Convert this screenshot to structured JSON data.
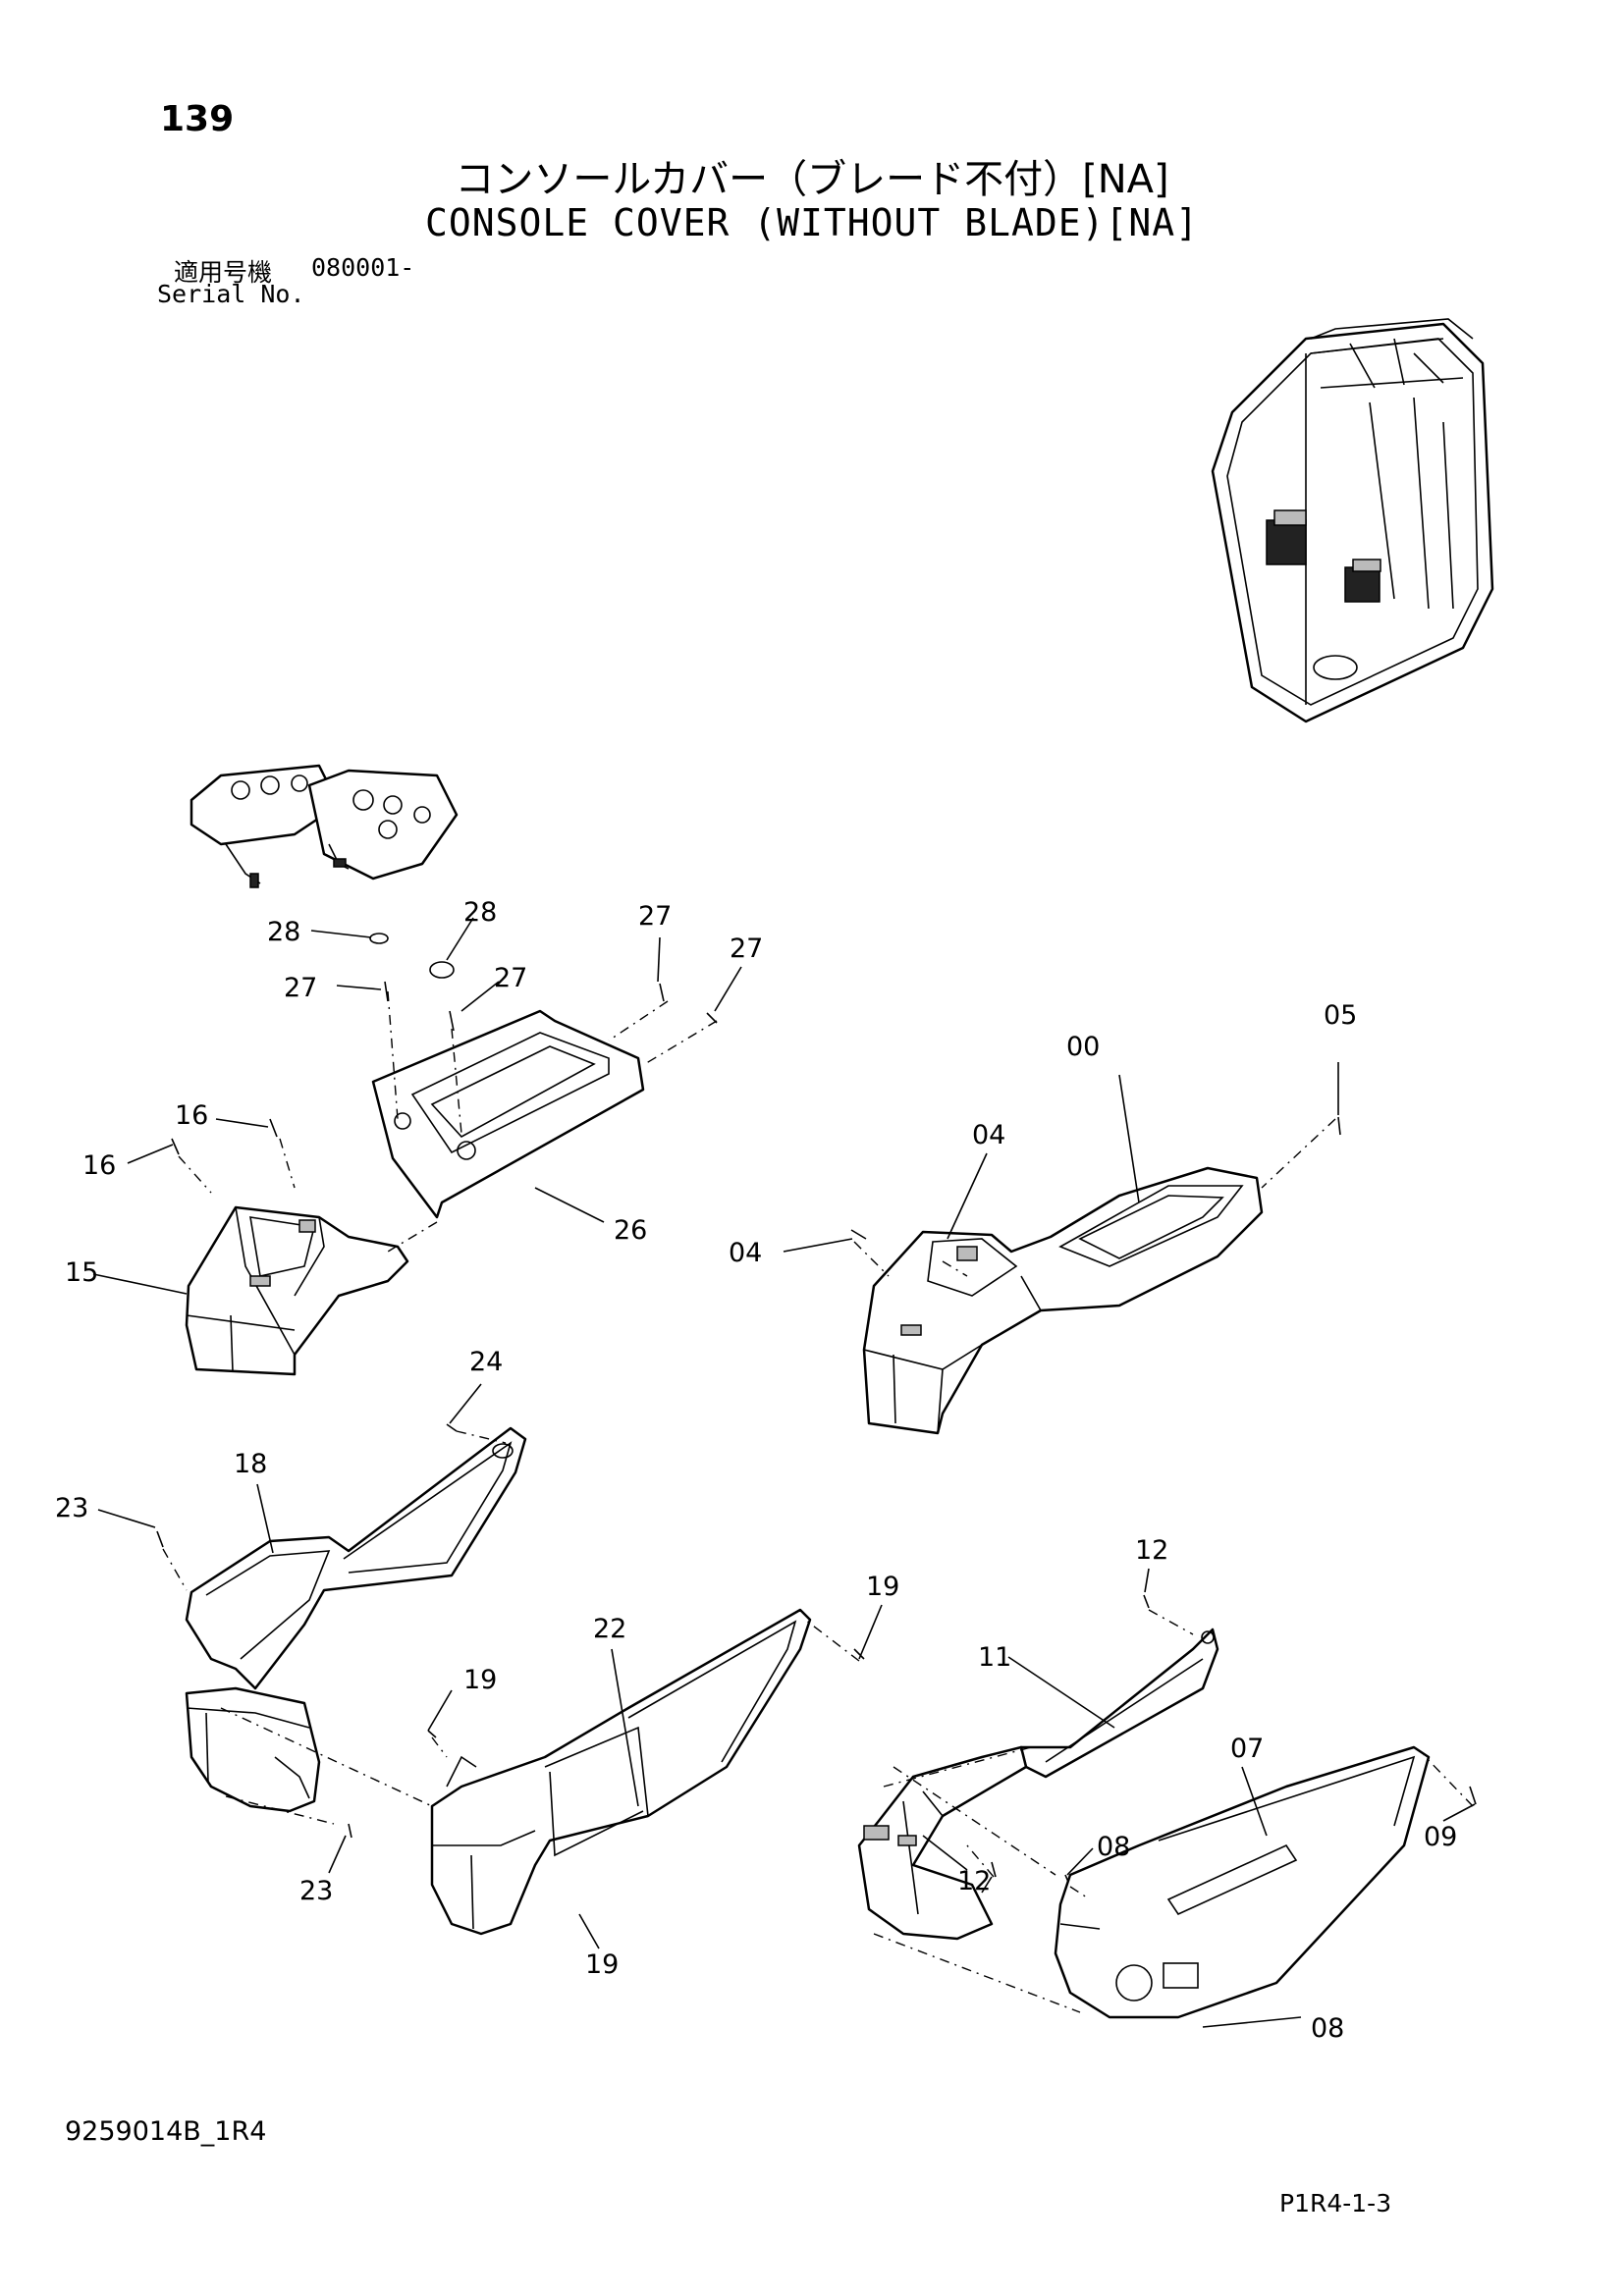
{
  "header": {
    "page_number": "139",
    "title_jp": "コンソールカバー（ブレード不付）[NA]",
    "title_en": "CONSOLE COVER (WITHOUT BLADE)[NA]",
    "serial_label_jp": "適用号機",
    "serial_value": "080001-",
    "serial_label_en": "Serial No."
  },
  "footer": {
    "drawing_code": "9259014B_1R4",
    "page_code": "P1R4-1-3"
  },
  "callouts": {
    "c28a": "28",
    "c28b": "28",
    "c27a": "27",
    "c27b": "27",
    "c27c": "27",
    "c27d": "27",
    "c16a": "16",
    "c16b": "16",
    "c15": "15",
    "c26": "26",
    "c00": "00",
    "c05": "05",
    "c04a": "04",
    "c04b": "04",
    "c24": "24",
    "c18": "18",
    "c23a": "23",
    "c23b": "23",
    "c19a": "19",
    "c19b": "19",
    "c19c": "19",
    "c22": "22",
    "c12a": "12",
    "c12b": "12",
    "c11": "11",
    "c07": "07",
    "c08a": "08",
    "c08b": "08",
    "c09": "09"
  }
}
